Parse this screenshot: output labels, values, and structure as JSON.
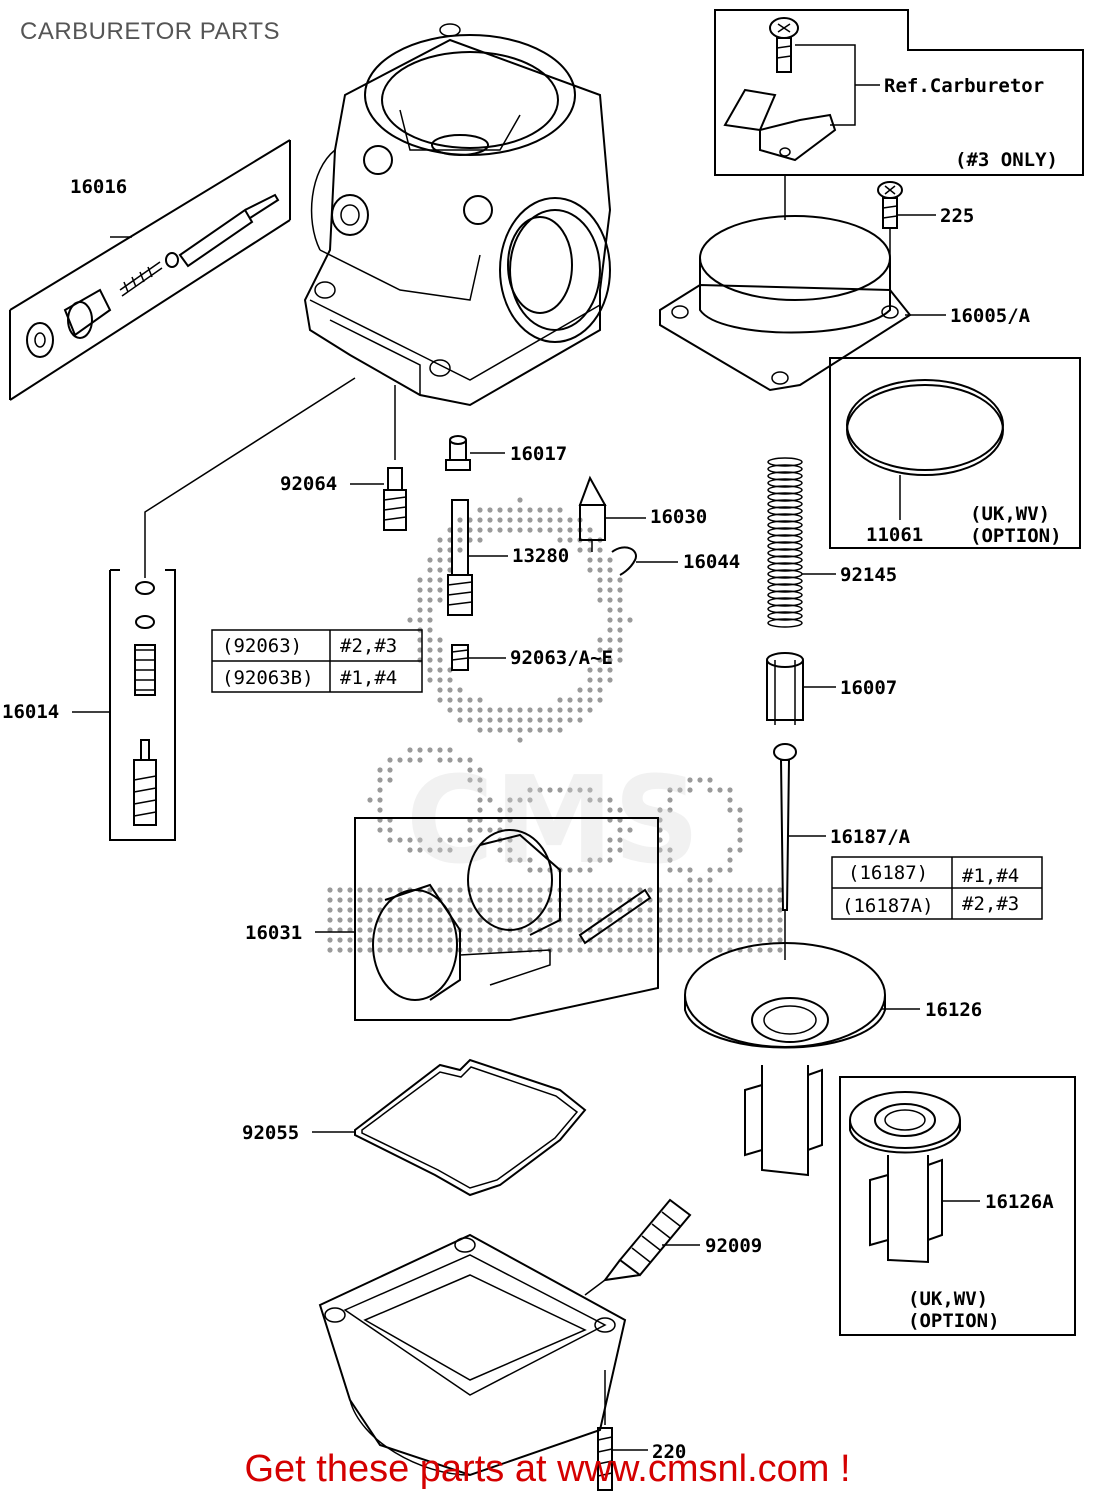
{
  "page": {
    "title": "CARBURETOR PARTS",
    "cta": "Get these parts at www.cmsnl.com !"
  },
  "watermark": {
    "text": "CMS"
  },
  "labels": {
    "p16016": "16016",
    "p16014": "16014",
    "p92064": "92064",
    "p16017": "16017",
    "p16030": "16030",
    "p13280": "13280",
    "p16044": "16044",
    "p92063AE": "92063/A~E",
    "p16031": "16031",
    "p92055": "92055",
    "p92009": "92009",
    "p220": "220",
    "p225": "225",
    "p16005A": "16005/A",
    "p11061": "11061",
    "p92145": "92145",
    "p16007": "16007",
    "p16187A": "16187/A",
    "p16126": "16126",
    "p16126A": "16126A"
  },
  "ref_box": {
    "title": "Ref.Carburetor",
    "note": "(#3 ONLY)"
  },
  "option_11061": {
    "line1": "(UK,WV)",
    "line2": "(OPTION)"
  },
  "option_16126A": {
    "line1": "(UK,WV)",
    "line2": "(OPTION)"
  },
  "table_92063": [
    {
      "part": "(92063)",
      "cyl": "#2,#3"
    },
    {
      "part": "(92063B)",
      "cyl": "#1,#4"
    }
  ],
  "table_16187": [
    {
      "part": "(16187)",
      "cyl": "#1,#4"
    },
    {
      "part": "(16187A)",
      "cyl": "#2,#3"
    }
  ]
}
